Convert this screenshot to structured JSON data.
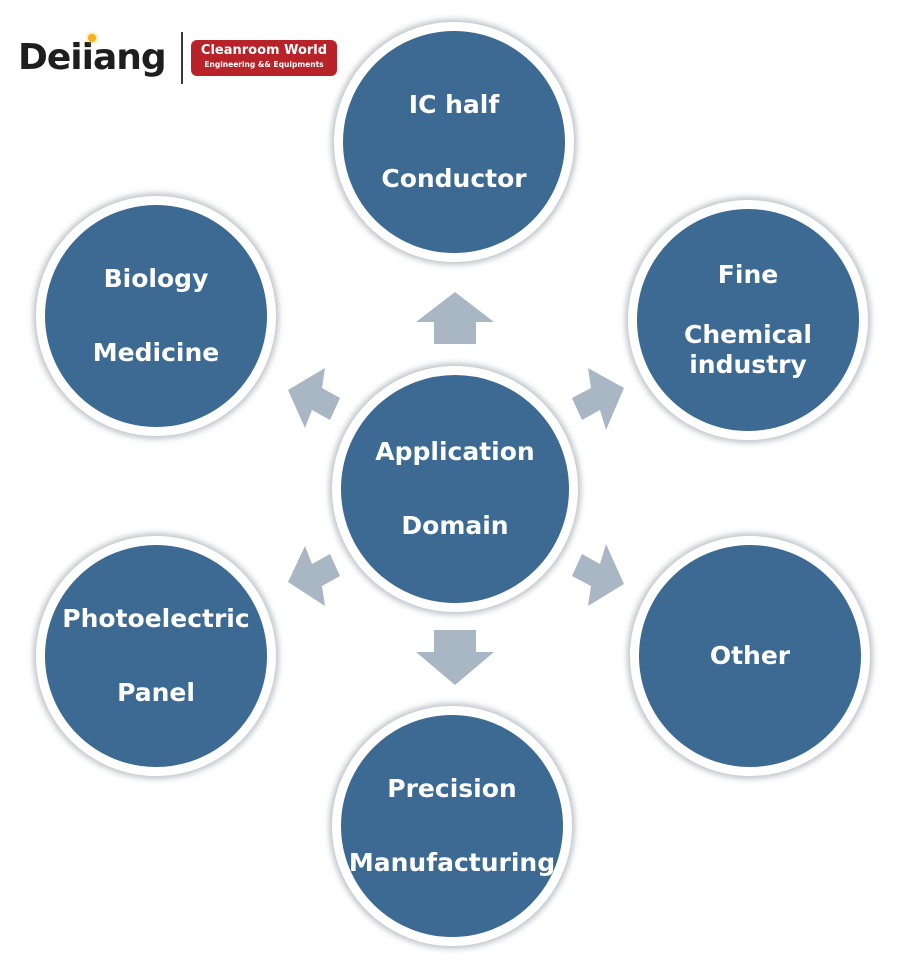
{
  "logo": {
    "brand_name": "Deiiang",
    "badge_title": "Cleanroom World",
    "badge_subtitle": "Engineering && Equipments"
  },
  "diagram": {
    "center": {
      "line1": "Application",
      "line2": "Domain"
    },
    "nodes": [
      {
        "id": "top",
        "line1": "IC half",
        "line2": "Conductor"
      },
      {
        "id": "upper-right",
        "line1": "Fine",
        "line2": "Chemical industry"
      },
      {
        "id": "lower-right",
        "line1": "Other",
        "line2": ""
      },
      {
        "id": "bottom",
        "line1": "Precision",
        "line2": "Manufacturing"
      },
      {
        "id": "lower-left",
        "line1": "Photoelectric",
        "line2": "Panel"
      },
      {
        "id": "upper-left",
        "line1": "Biology",
        "line2": "Medicine"
      }
    ],
    "colors": {
      "circle": "#3c6a92",
      "arrow": "#a9b6c3",
      "text": "#ffffff"
    }
  }
}
